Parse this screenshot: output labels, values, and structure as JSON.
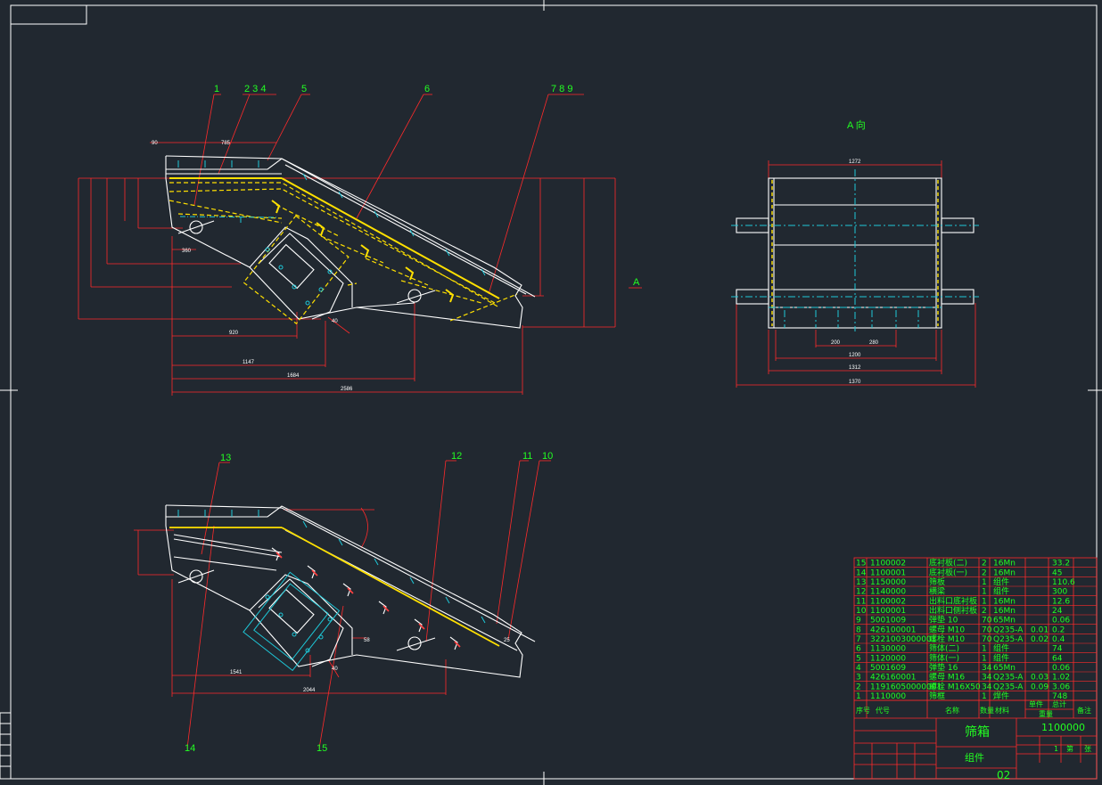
{
  "view_title": "A 向",
  "arrow_label": "A",
  "balloons_top": [
    "1",
    "2 3 4",
    "5",
    "6",
    "7 8 9"
  ],
  "balloons_bottom": [
    "13",
    "12",
    "11",
    "10",
    "14",
    "15"
  ],
  "dims_top_horizontal": [
    "920",
    "1147",
    "1684",
    "2586"
  ],
  "dims_top_small": [
    "90",
    "785",
    "360",
    "40"
  ],
  "dims_side_view": [
    "1272",
    "200",
    "280",
    "1200",
    "1312",
    "1370"
  ],
  "dims_bottom": [
    "1541",
    "2044",
    "58",
    "40",
    "25"
  ],
  "bom": {
    "rows": [
      [
        "15",
        "1100002",
        "底衬板(二)",
        "2",
        "16Mn",
        "",
        "33.2"
      ],
      [
        "14",
        "1100001",
        "底衬板(一)",
        "2",
        "16Mn",
        "",
        "45"
      ],
      [
        "13",
        "1150000",
        "筛板",
        "1",
        "组件",
        "",
        "110.6"
      ],
      [
        "12",
        "1140000",
        "横梁",
        "1",
        "组件",
        "",
        "300"
      ],
      [
        "11",
        "1100002",
        "出料口底衬板",
        "1",
        "16Mn",
        "",
        "12.6"
      ],
      [
        "10",
        "1100001",
        "出料口侧衬板",
        "2",
        "16Mn",
        "",
        "24"
      ],
      [
        "9",
        "5001009",
        "弹垫 10",
        "70",
        "65Mn",
        "",
        "0.06"
      ],
      [
        "8",
        "426100001",
        "螺母 M10",
        "70",
        "Q235-A",
        "0.01",
        "0.2"
      ],
      [
        "7",
        "3221003000001",
        "螺栓 M10",
        "70",
        "Q235-A",
        "0.02",
        "0.4"
      ],
      [
        "6",
        "1130000",
        "筛体(二)",
        "1",
        "组件",
        "",
        "74"
      ],
      [
        "5",
        "1120000",
        "筛体(一)",
        "1",
        "组件",
        "",
        "64"
      ],
      [
        "4",
        "5001609",
        "弹垫 16",
        "34",
        "65Mn",
        "",
        "0.06"
      ],
      [
        "3",
        "426160001",
        "螺母 M16",
        "34",
        "Q235-A",
        "0.03",
        "1.02"
      ],
      [
        "2",
        "11916050000001",
        "螺栓 M16X50",
        "34",
        "Q235-A",
        "0.09",
        "3.06"
      ],
      [
        "1",
        "1110000",
        "筛框",
        "1",
        "焊件",
        "",
        "748"
      ]
    ],
    "header": [
      "序号",
      "代号",
      "名称",
      "数量",
      "材料",
      "单件",
      "总计",
      "备注"
    ],
    "weight_header": "重量",
    "title_name": "筛箱",
    "title_sub": "组件",
    "drawing_no": "1100000",
    "sheet_no": "02",
    "sheet_info": [
      "1",
      "第",
      "张"
    ]
  }
}
